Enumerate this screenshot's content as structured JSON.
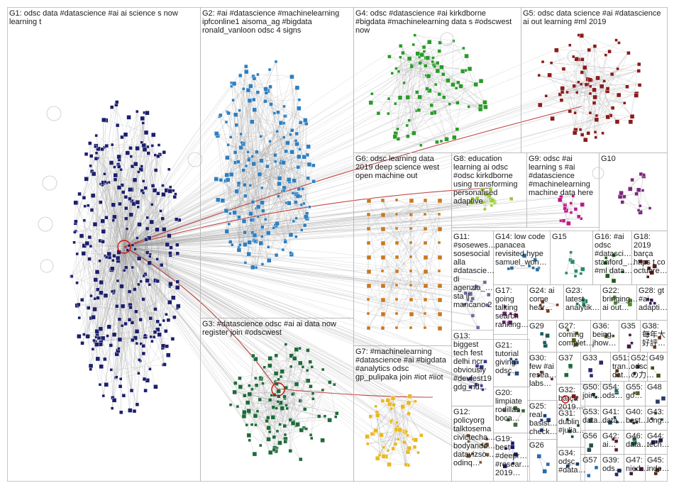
{
  "groups": [
    {
      "id": "G1",
      "label_lines": [
        "G1: odsc data #datascience #ai ai science s now",
        "learning t"
      ],
      "color": "#1c1f6b"
    },
    {
      "id": "G2",
      "label_lines": [
        "G2: #ai #datascience #machinelearning",
        "ipfconline1 aisoma_ag #bigdata",
        "ronald_vanloon odsc 4 signs"
      ],
      "color": "#2e7fc0"
    },
    {
      "id": "G3",
      "label_lines": [
        "G3: #datascience odsc #ai ai data now",
        "register join #odscwest"
      ],
      "color": "#1e6b3a"
    },
    {
      "id": "G4",
      "label_lines": [
        "G4: odsc #datascience #ai kirkdborne",
        "#bigdata #machinelearning data s #odscwest",
        "now"
      ],
      "color": "#2a9a2a"
    },
    {
      "id": "G5",
      "label_lines": [
        "G5: odsc data science #ai #datascience",
        "ai out learning #ml 2019"
      ],
      "color": "#8b1a1a"
    },
    {
      "id": "G6",
      "label_lines": [
        "G6: odsc learning data",
        "2019 deep science west",
        "open machine out"
      ],
      "color": "#c9781e"
    },
    {
      "id": "G7",
      "label_lines": [
        "G7: #machinelearning",
        "#datascience #ai #bigdata",
        "#analytics odsc",
        "gp_pulipaka join #iot #iiot"
      ],
      "color": "#e8b820"
    },
    {
      "id": "G8",
      "label_lines": [
        "G8: education",
        "learning ai odsc",
        "#odsc kirkdborne",
        "using transforming",
        "personalised",
        "adaptive"
      ],
      "color": "#9acd32"
    },
    {
      "id": "G9",
      "label_lines": [
        "G9: odsc #ai",
        "learning s #ai",
        "#datascience",
        "#machinelearning",
        "machine data here"
      ],
      "color": "#c0188a"
    },
    {
      "id": "G10",
      "label_lines": [
        "G10"
      ],
      "color": "#7a2a7a"
    },
    {
      "id": "G11",
      "label_lines": [
        "G11:",
        "#sosewes…",
        "sosesocial",
        "alla",
        "#datascie…",
        "di",
        "agenzia_…",
        "sta il",
        "mancano 2"
      ],
      "color": "#6a6a9a"
    },
    {
      "id": "G12",
      "label_lines": [
        "G12:",
        "policyorg",
        "talktosema",
        "civictecha…",
        "bodyandd…",
        "datavizso…",
        "odinq…"
      ],
      "color": "#7a5a3a"
    },
    {
      "id": "G13",
      "label_lines": [
        "G13:",
        "biggest",
        "tech fest",
        "delhi ncr",
        "obviously",
        "#devfest19",
        "gdg_nd…"
      ],
      "color": "#3a3a8a"
    },
    {
      "id": "G14",
      "label_lines": [
        "G14: low code",
        "panacea",
        "revisited hype",
        "samuel_won…"
      ],
      "color": "#2a6a9a"
    },
    {
      "id": "G15",
      "label_lines": [
        "G15"
      ],
      "color": "#2a8a6a"
    },
    {
      "id": "G16",
      "label_lines": [
        "G16: #ai",
        "odsc",
        "#datasci…",
        "stanford_…",
        "#ml data…"
      ],
      "color": "#1a5a1a"
    },
    {
      "id": "G17",
      "label_lines": [
        "G17:",
        "going",
        "talking",
        "search",
        "ranking…"
      ],
      "color": "#6a1a6a"
    },
    {
      "id": "G18",
      "label_lines": [
        "G18:",
        "2019",
        "barça",
        "https t co",
        "octubre…"
      ],
      "color": "#5a1a1a"
    },
    {
      "id": "G19",
      "label_lines": [
        "G19:",
        "best",
        "#deepr…",
        "#resear…",
        "2019…"
      ],
      "color": "#1a1a6a"
    },
    {
      "id": "G20",
      "label_lines": [
        "G20:",
        "limpiate",
        "rodillas",
        "boca…"
      ],
      "color": "#3a6a3a"
    },
    {
      "id": "G21",
      "label_lines": [
        "G21:",
        "tutorial",
        "giving",
        "odsc…"
      ],
      "color": "#2a4a8a"
    },
    {
      "id": "G22",
      "label_lines": [
        "G22:",
        "bringing…",
        "ai out…"
      ],
      "color": "#4a8a2a"
    },
    {
      "id": "G23",
      "label_lines": [
        "G23:",
        "latest",
        "analytik…"
      ],
      "color": "#1a7a5a"
    },
    {
      "id": "G24",
      "label_lines": [
        "G24: ai",
        "come",
        "hear…"
      ],
      "color": "#7a3a1a"
    },
    {
      "id": "G25",
      "label_lines": [
        "G25:",
        "real",
        "basist…",
        "check…"
      ],
      "color": "#1a3a7a"
    },
    {
      "id": "G26",
      "label_lines": [
        "G26"
      ],
      "color": "#2a6ab0"
    },
    {
      "id": "G27",
      "label_lines": [
        "G27:",
        "coming",
        "complet…"
      ],
      "color": "#5a5a1a"
    },
    {
      "id": "G28",
      "label_lines": [
        "G28: gt",
        "#ai",
        "adapti…"
      ],
      "color": "#3a1a5a"
    },
    {
      "id": "G29",
      "label_lines": [
        "G29"
      ],
      "color": "#1a5a5a"
    },
    {
      "id": "G30",
      "label_lines": [
        "G30:",
        "few #ai",
        "resea…",
        "labs…"
      ],
      "color": "#5a2a2a"
    },
    {
      "id": "G31",
      "label_lines": [
        "G31:",
        "dublin",
        "#julia…"
      ],
      "color": "#1a4a2a"
    },
    {
      "id": "G32",
      "label_lines": [
        "G32:",
        "barça",
        "2019…"
      ],
      "color": "#8a1a1a"
    },
    {
      "id": "G33",
      "label_lines": [
        "G33"
      ],
      "color": "#2a2a6a"
    },
    {
      "id": "G34",
      "label_lines": [
        "G34:",
        "odsc",
        "#data…"
      ],
      "color": "#1a3a5a"
    },
    {
      "id": "G35",
      "label_lines": [
        "G35"
      ],
      "color": "#4a1a4a"
    },
    {
      "id": "G36",
      "label_lines": [
        "G36:",
        "being",
        "jhow…"
      ],
      "color": "#3a5a1a"
    },
    {
      "id": "G37",
      "label_lines": [
        "G37"
      ],
      "color": "#1a6a3a"
    },
    {
      "id": "G38",
      "label_lines": [
        "G38:",
        "每年大",
        "好評…"
      ],
      "color": "#6a3a1a"
    },
    {
      "id": "G39",
      "label_lines": [
        "G39:",
        "ods…"
      ],
      "color": "#1a2a5a"
    },
    {
      "id": "G40",
      "label_lines": [
        "G40:",
        "best…"
      ],
      "color": "#3a3a3a"
    },
    {
      "id": "G41",
      "label_lines": [
        "G41:",
        "data…"
      ],
      "color": "#1a4a6a"
    },
    {
      "id": "G42",
      "label_lines": [
        "G42:",
        "ai…"
      ],
      "color": "#5a1a3a"
    },
    {
      "id": "G43",
      "label_lines": [
        "G43:",
        "long…"
      ],
      "color": "#2a5a2a"
    },
    {
      "id": "G44",
      "label_lines": [
        "G44:",
        "tech…"
      ],
      "color": "#1a1a4a"
    },
    {
      "id": "G45",
      "label_lines": [
        "G45:",
        "inde…"
      ],
      "color": "#4a2a1a"
    },
    {
      "id": "G46",
      "label_lines": [
        "G46:",
        "data…"
      ],
      "color": "#1a5a4a"
    },
    {
      "id": "G47",
      "label_lines": [
        "G47:",
        "nied…"
      ],
      "color": "#3a1a3a"
    },
    {
      "id": "G48",
      "label_lines": [
        "G48"
      ],
      "color": "#2a3a6a"
    },
    {
      "id": "G49",
      "label_lines": [
        "G49"
      ],
      "color": "#4a4a1a"
    },
    {
      "id": "G50",
      "label_lines": [
        "G50:",
        "join…"
      ],
      "color": "#1a3a3a"
    },
    {
      "id": "G51",
      "label_lines": [
        "G51:",
        "tran…",
        "dat…"
      ],
      "color": "#5a3a1a"
    },
    {
      "id": "G52",
      "label_lines": [
        "G52:",
        "odsc",
        "の力…"
      ],
      "color": "#1a2a3a"
    },
    {
      "id": "G53",
      "label_lines": [
        "G53:",
        "data…"
      ],
      "color": "#3a5a5a"
    },
    {
      "id": "G54",
      "label_lines": [
        "G54:",
        "ods…"
      ],
      "color": "#1a6a6a"
    },
    {
      "id": "G55",
      "label_lines": [
        "G55:",
        "go…"
      ],
      "color": "#5a5a3a"
    },
    {
      "id": "G56",
      "label_lines": [
        "G56"
      ],
      "color": "#2a4a4a"
    },
    {
      "id": "G57",
      "label_lines": [
        "G57"
      ],
      "color": "#2a6ab0"
    }
  ],
  "edge_colors": {
    "default": "#9a9a9a",
    "highlight": "#b01a1a"
  },
  "frame_color": "#b8b8b8"
}
